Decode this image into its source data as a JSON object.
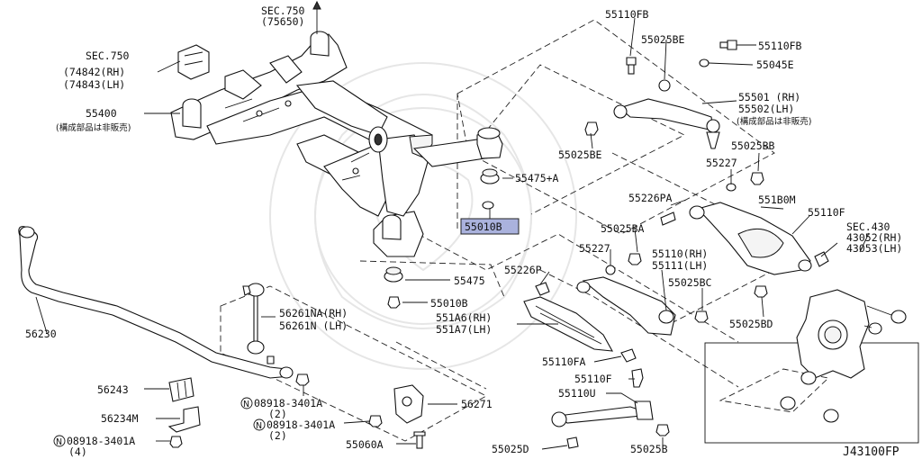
{
  "diagram": {
    "labels": {
      "sec750_top": "SEC.750",
      "sec750_top_sub": "(75650)",
      "sec750_left": "SEC.750",
      "sec750_left_rh": "(74842(RH)",
      "sec750_left_lh": "(74843(LH)",
      "p55400": "55400",
      "p55400_note": "(構成部品は非販売)",
      "p55110fb_a": "55110FB",
      "p55025be_a": "55025BE",
      "p55110fb_b": "55110FB",
      "p55045e": "55045E",
      "p55501": "55501 (RH)",
      "p55502": "55502(LH)",
      "p55502_note": "(構成部品は非販売)",
      "p55025be_b": "55025BE",
      "p55025bb": "55025BB",
      "p55475a": "55475+A",
      "p55227_a": "55227",
      "p55226pa": "55226PA",
      "p551b0m": "551B0M",
      "p55010b_hl": "55010B",
      "p55110f_a": "55110F",
      "sec430": "SEC.430",
      "sec430_rh": "43052(RH)",
      "sec430_lh": "43053(LH)",
      "p55025ba": "55025BA",
      "p55227_b": "55227",
      "p55110rh": "55110(RH)",
      "p55111lh": "55111(LH)",
      "p55475": "55475",
      "p55226p": "55226P",
      "p55025bc": "55025BC",
      "p55010b": "55010B",
      "p56261na": "56261NA(RH)",
      "p56261n": "56261N (LH)",
      "p551a6": "551A6(RH)",
      "p551a7": "551A7(LH)",
      "p55025bd": "55025BD",
      "p56230": "56230",
      "p55110fa": "55110FA",
      "p55110f_b": "55110F",
      "p56243": "56243",
      "p55110u": "55110U",
      "n08918_a": "08918-3401A",
      "n08918_a_qty": "(2)",
      "p56271": "56271",
      "p56234m": "56234M",
      "n08918_b": "08918-3401A",
      "n08918_b_qty": "(2)",
      "n08918_c": "08918-3401A",
      "n08918_c_qty": "(4)",
      "p55060a": "55060A",
      "p55025d": "55025D",
      "p55025b": "55025B",
      "n_mark": "N",
      "diagram_code": "J43100FP"
    },
    "highlight_color": "#aab2dd"
  }
}
